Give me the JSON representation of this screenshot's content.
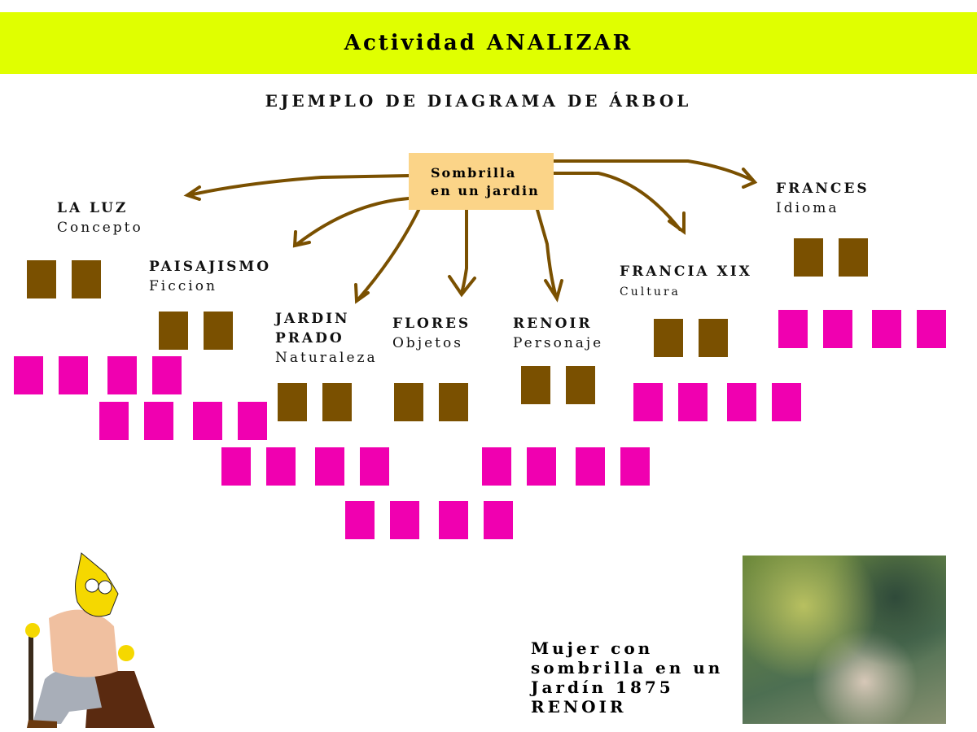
{
  "header": {
    "title": "Actividad ANALIZAR"
  },
  "subtitle": "EJEMPLO DE DIAGRAMA DE ÁRBOL",
  "root": {
    "line1": "Sombrilla",
    "line2": "en un jardin"
  },
  "branches": [
    {
      "title": "LA LUZ",
      "category": "Concepto"
    },
    {
      "title": "PAISAJISMO",
      "category": "Ficcion"
    },
    {
      "title": "JARDIN",
      "title2": "PRADO",
      "category": "Naturaleza"
    },
    {
      "title": "FLORES",
      "category": "Objetos"
    },
    {
      "title": "RENOIR",
      "category": "Personaje"
    },
    {
      "title": "FRANCIA XIX",
      "category": "Cultura"
    },
    {
      "title": "FRANCES",
      "category": "Idioma"
    }
  ],
  "caption": "Mujer con\nsombrilla en un\nJardín 1875\nRENOIR",
  "colors": {
    "banner": "#e0ff00",
    "root": "#fbd488",
    "brown": "#7a5000",
    "pink": "#f000b0"
  }
}
